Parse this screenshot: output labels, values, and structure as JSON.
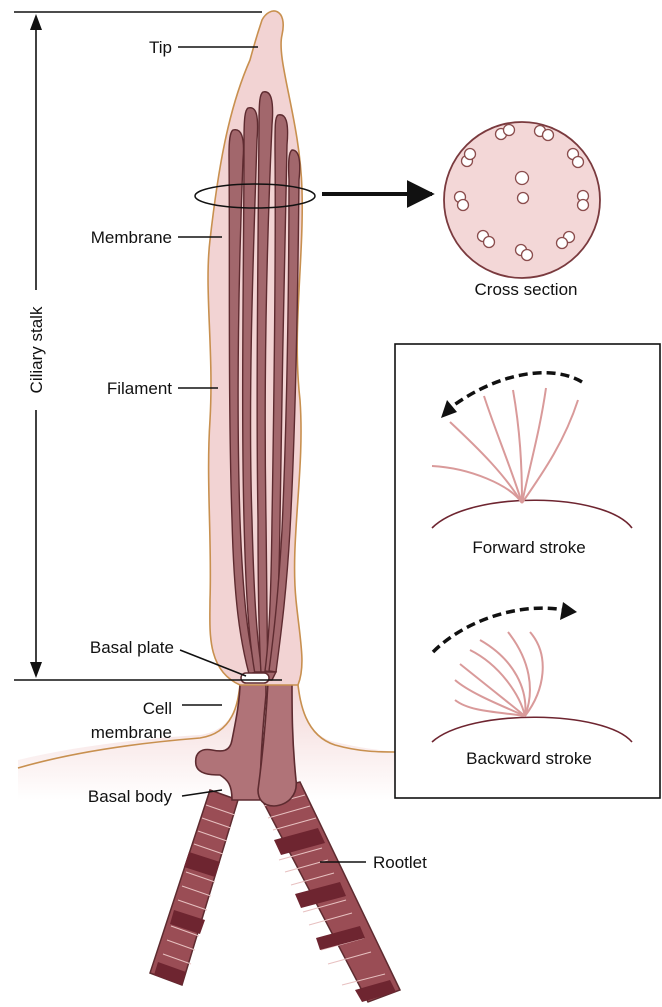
{
  "labels": {
    "tip": "Tip",
    "membrane": "Membrane",
    "filament": "Filament",
    "basal_plate": "Basal plate",
    "cell_membrane_line1": "Cell",
    "cell_membrane_line2": "membrane",
    "basal_body": "Basal body",
    "rootlet": "Rootlet",
    "ciliary_stalk": "Ciliary stalk",
    "cross_section": "Cross section",
    "forward_stroke": "Forward stroke",
    "backward_stroke": "Backward stroke"
  },
  "colors": {
    "membrane_fill": "#f2d3d3",
    "membrane_outline": "#c8904f",
    "filament_fill": "#a2676c",
    "filament_outline": "#5e2b30",
    "rootlet_dark": "#7a2f36",
    "stroke_lines": "#d99a9a",
    "arc_line": "#6e2530",
    "cross_section_fill": "#f3d7d7"
  }
}
